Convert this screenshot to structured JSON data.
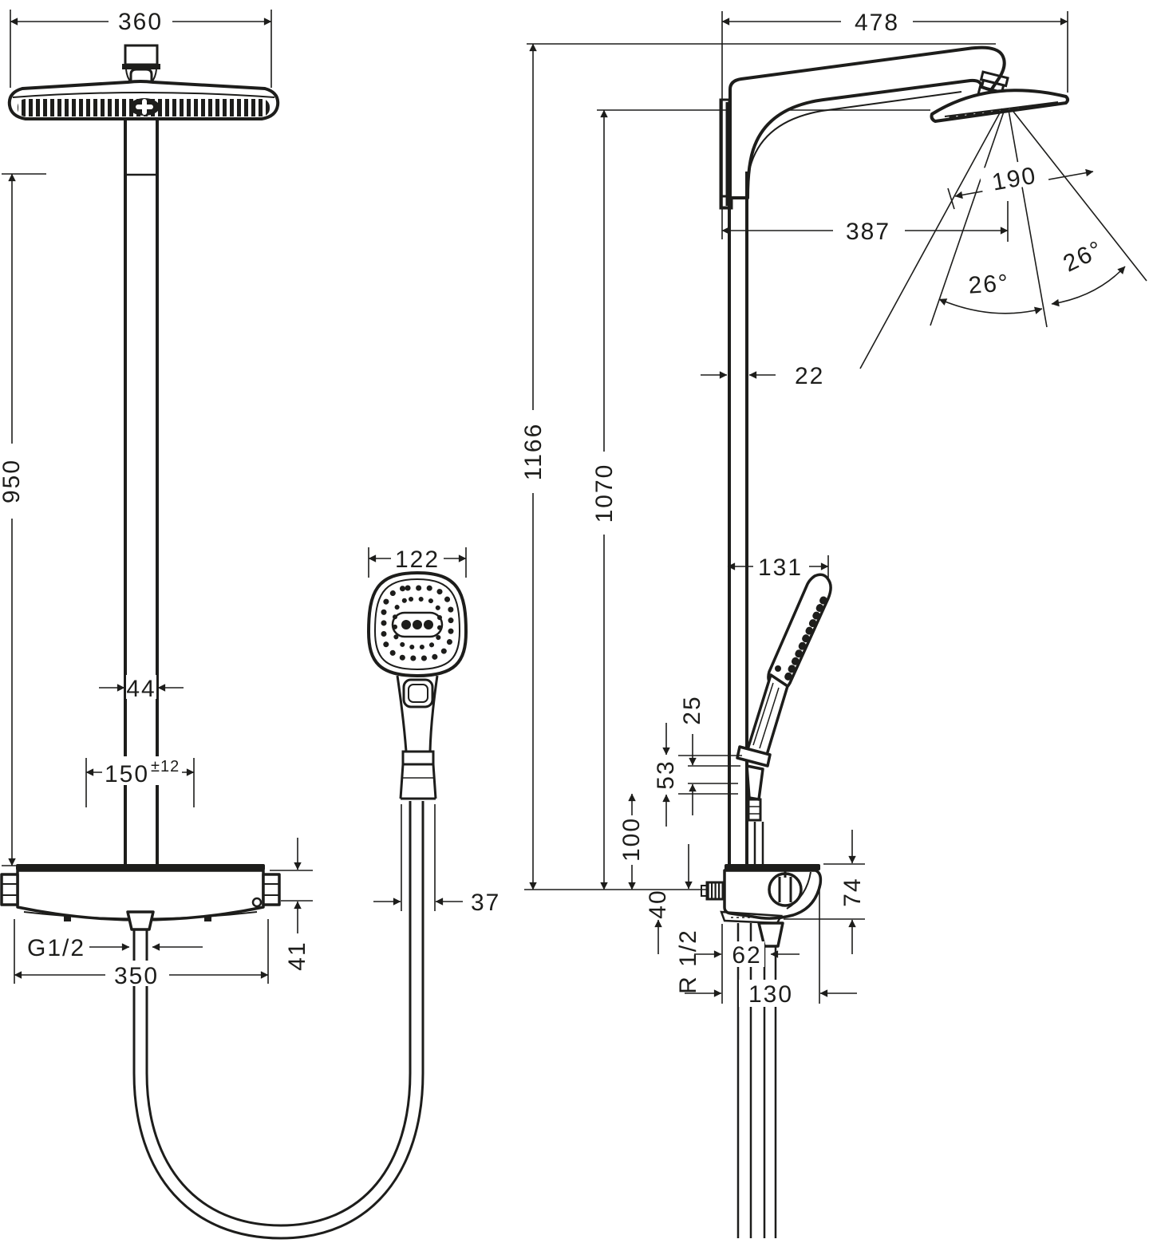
{
  "meta": {
    "type": "technical-dimension-drawing",
    "subject": "shower system with overhead shower, thermostat and hand shower",
    "views": [
      "front",
      "side"
    ],
    "background_color": "#ffffff",
    "line_color": "#1d1d1b",
    "units": "mm"
  },
  "dims": {
    "d360": "360",
    "d950": "950",
    "d44": "44",
    "d150": "150",
    "d150_tol": "±12",
    "dG12": "G1/2",
    "d350": "350",
    "d41": "41",
    "d122": "122",
    "d37": "37",
    "d478": "478",
    "d190": "190",
    "d387": "387",
    "d26_left": "26°",
    "d26_right": "26°",
    "d22": "22",
    "d1166": "1166",
    "d1070": "1070",
    "d131": "131",
    "d25": "25",
    "d53": "53",
    "d100": "100",
    "d40": "40",
    "d74": "74",
    "dR12": "R 1/2",
    "d62": "62",
    "d130": "130"
  }
}
